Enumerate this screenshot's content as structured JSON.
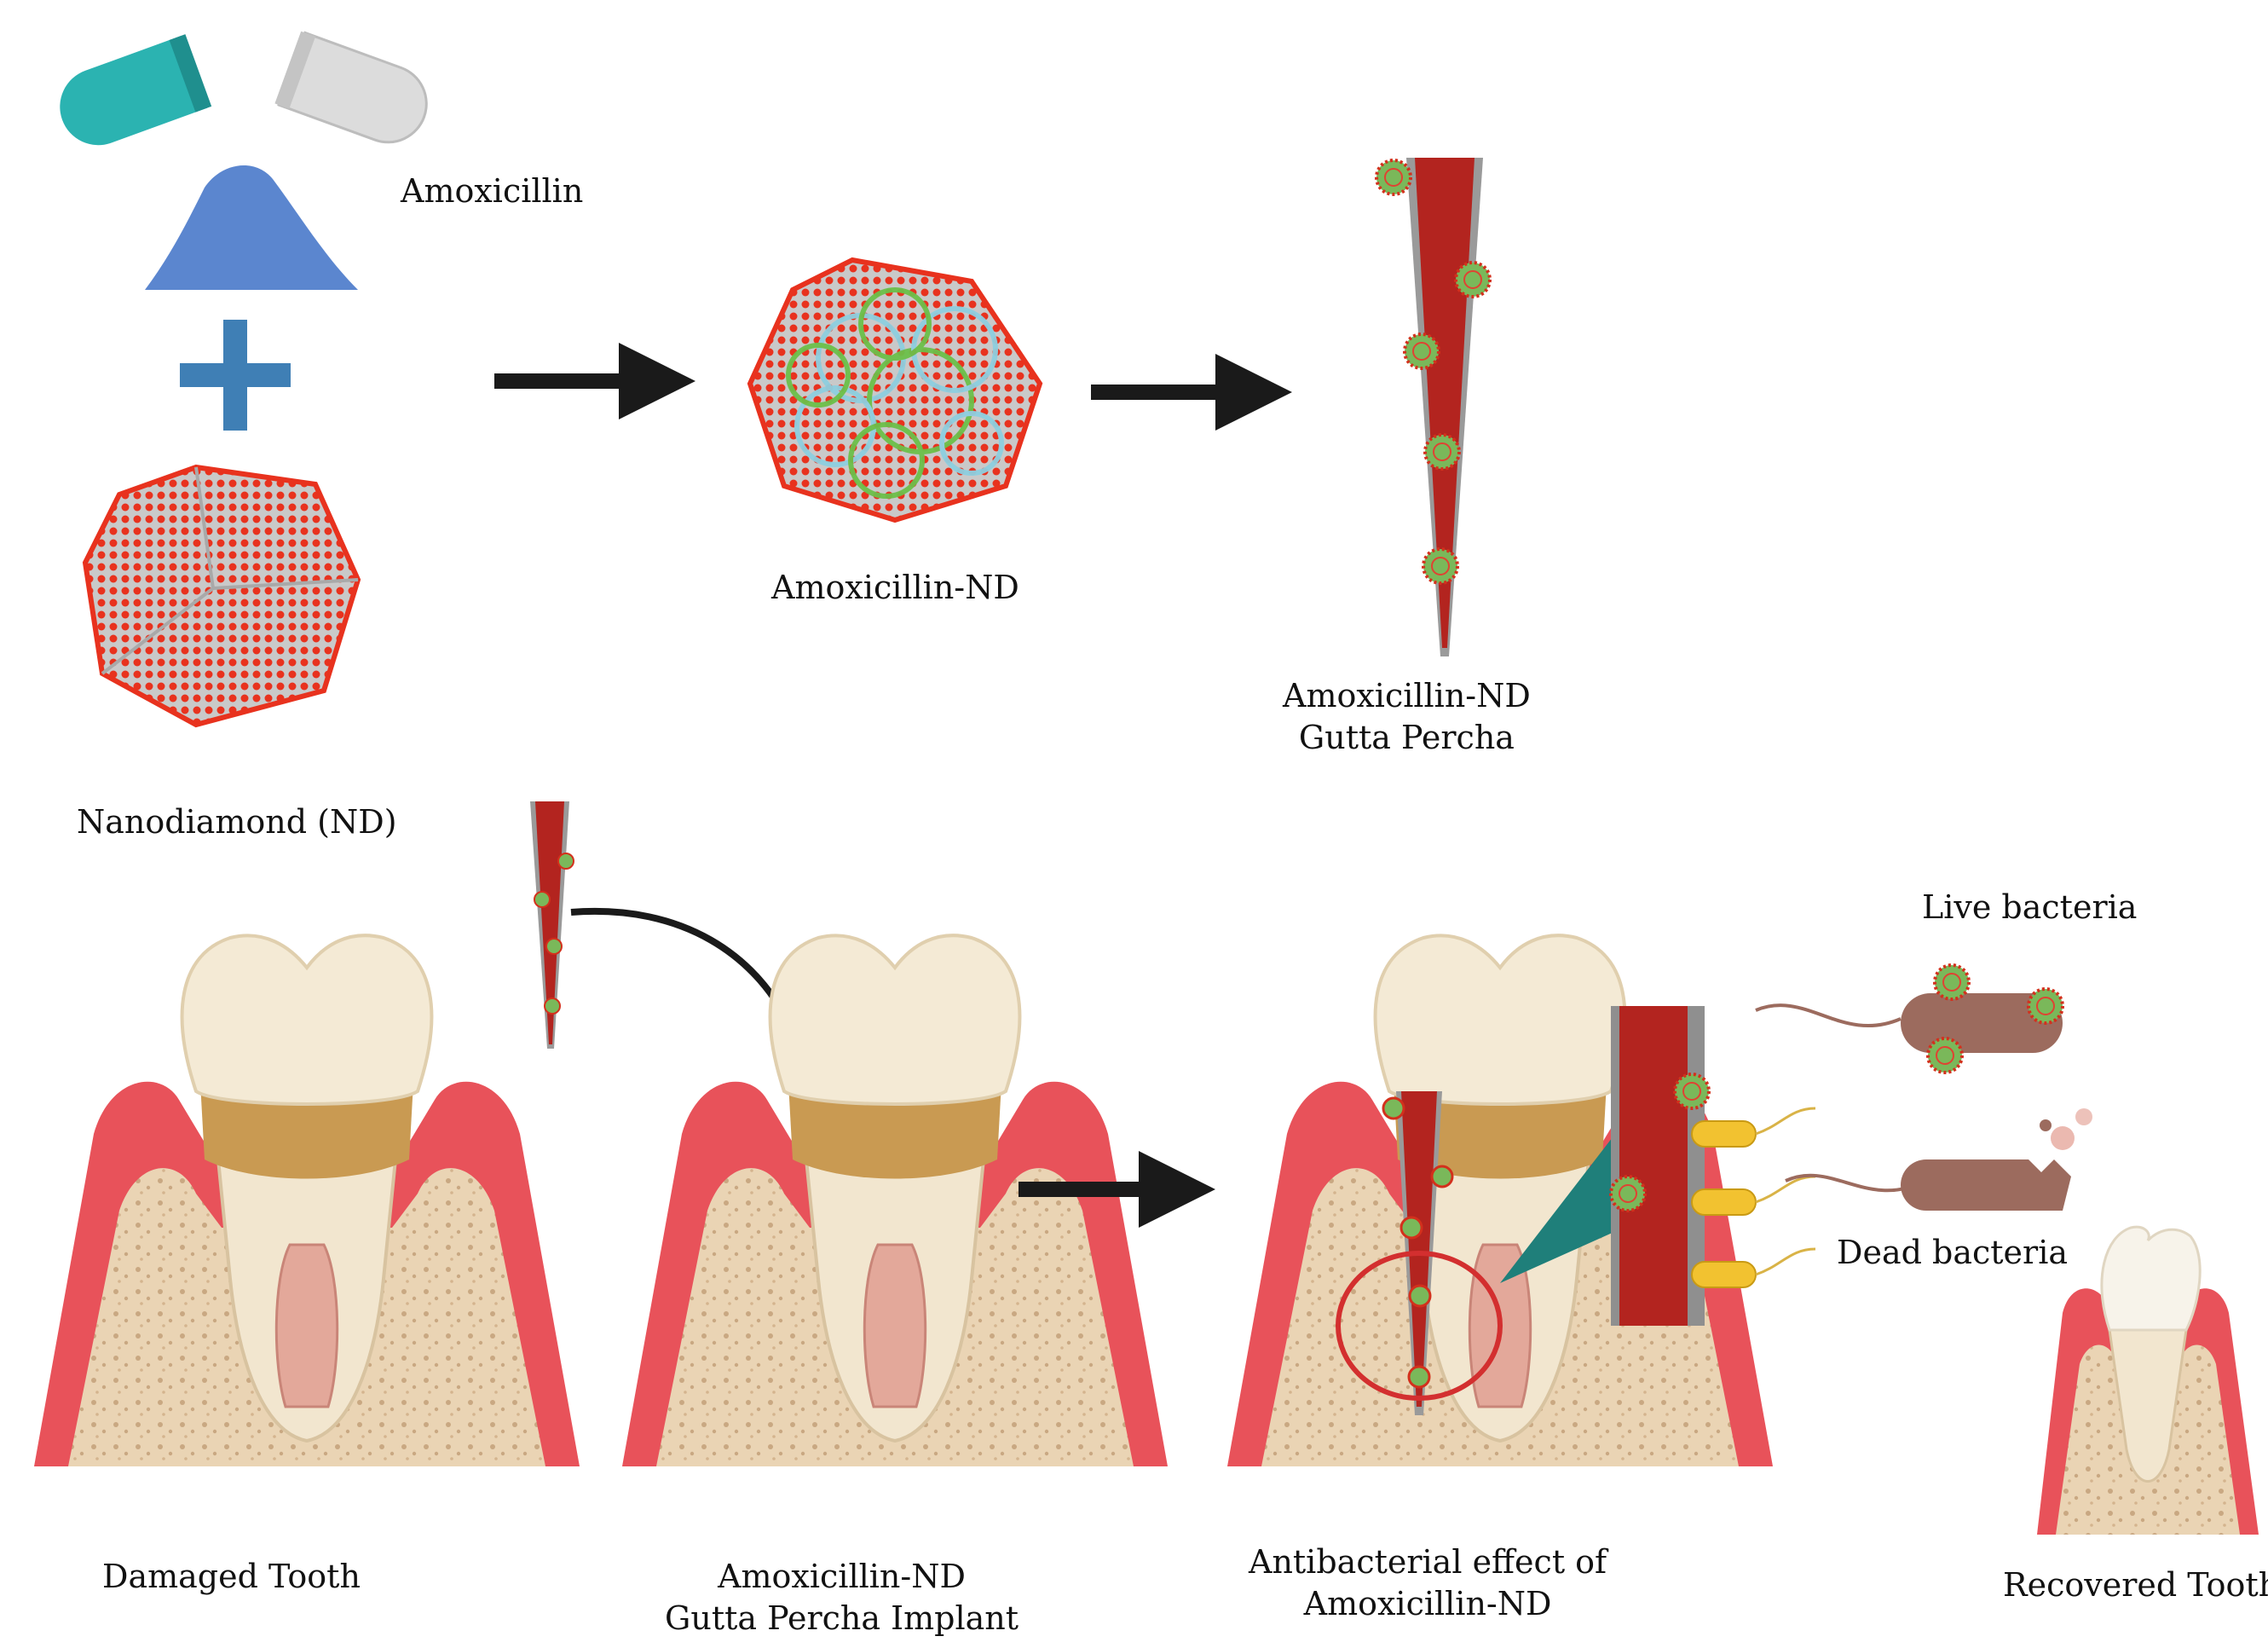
{
  "labels": {
    "amoxicillin": "Amoxicillin",
    "nanodiamond": "Nanodiamond (ND)",
    "amoxicillin_nd": "Amoxicillin-ND",
    "gutta_percha_line1": "Amoxicillin-ND",
    "gutta_percha_line2": "Gutta Percha",
    "damaged_tooth": "Damaged Tooth",
    "implant_line1": "Amoxicillin-ND",
    "implant_line2": "Gutta Percha Implant",
    "effect_line1": "Antibacterial effect of",
    "effect_line2": "Amoxicillin-ND",
    "live_bacteria": "Live bacteria",
    "dead_bacteria": "Dead  bacteria",
    "recovered_tooth": "Recovered Tooth"
  },
  "colors": {
    "capsule_teal": "#2bb3b1",
    "capsule_gray": "#d9d9d9",
    "powder_blue": "#5b86cf",
    "plus_blue": "#3f7fb5",
    "nanodiamond_red": "#e8321e",
    "gutta_red": "#b3241f",
    "gum_pink": "#e8525a",
    "bone_beige": "#e7cfae",
    "enamel_cream": "#f4ead5",
    "decay_brown": "#c79a52",
    "bacteria_brown": "#9c6b5e",
    "bacteria_yellow": "#f2c230",
    "arrow_dark": "#1a1a1a"
  }
}
